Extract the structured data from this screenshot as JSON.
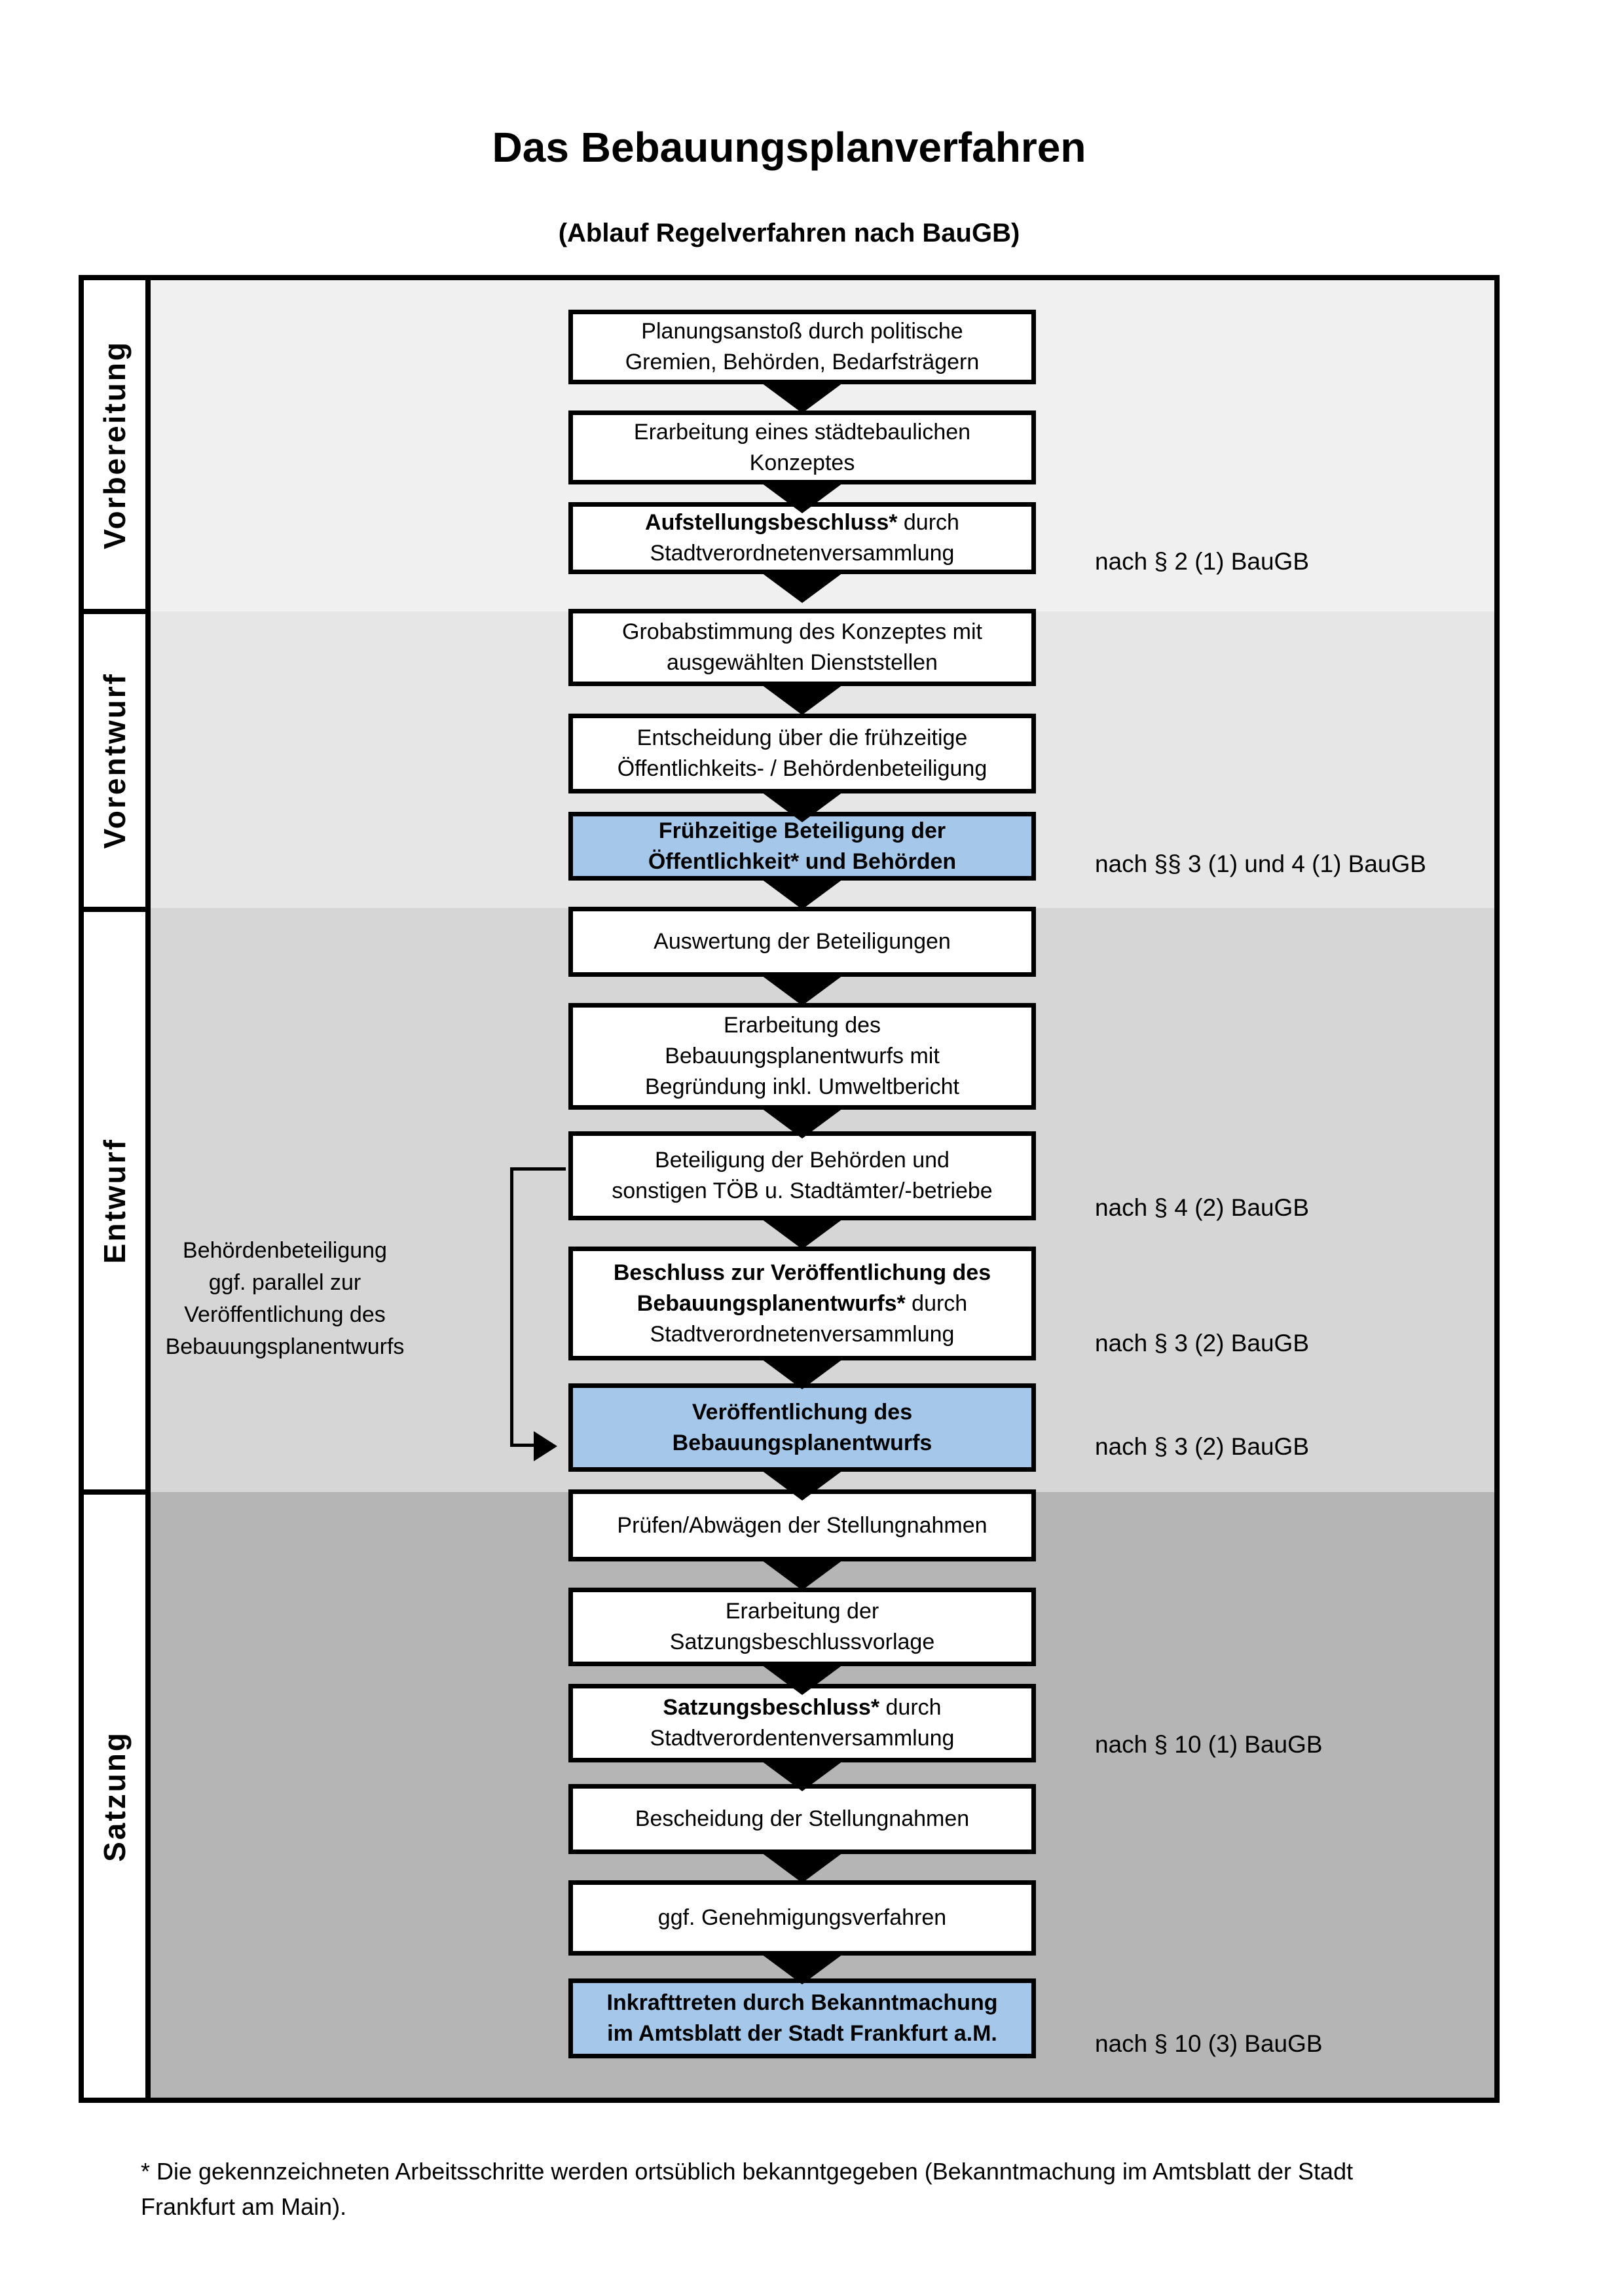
{
  "title": "Das Bebauungsplanverfahren",
  "subtitle": "(Ablauf Regelverfahren nach BauGB)",
  "phases": [
    {
      "label": "Vorbereitung"
    },
    {
      "label": "Vorentwurf"
    },
    {
      "label": "Entwurf"
    },
    {
      "label": "Satzung"
    }
  ],
  "boxes": [
    {
      "bold": "",
      "rest": "Planungsanstoß durch politische\nGremien, Behörden, Bedarfsträgern"
    },
    {
      "bold": "",
      "rest": "Erarbeitung eines städtebaulichen\nKonzeptes"
    },
    {
      "bold": "Aufstellungsbeschluss*",
      "rest": " durch\nStadtverordnetenversammlung"
    },
    {
      "bold": "",
      "rest": "Grobabstimmung des Konzeptes mit\nausgewählten Dienststellen"
    },
    {
      "bold": "",
      "rest": "Entscheidung über die frühzeitige\nÖffentlichkeits- / Behördenbeteiligung"
    },
    {
      "bold": "Frühzeitige Beteiligung der\nÖffentlichkeit* und Behörden",
      "rest": ""
    },
    {
      "bold": "",
      "rest": "Auswertung der Beteiligungen"
    },
    {
      "bold": "",
      "rest": "Erarbeitung des\nBebauungsplanentwurfs mit\nBegründung inkl. Umweltbericht"
    },
    {
      "bold": "",
      "rest": "Beteiligung der Behörden und\nsonstigen TÖB u. Stadtämter/-betriebe"
    },
    {
      "bold": "Beschluss zur Veröffentlichung des\nBebauungsplanentwurfs*",
      "rest": " durch\nStadtverordnetenversammlung"
    },
    {
      "bold": "Veröffentlichung des\nBebauungsplanentwurfs",
      "rest": ""
    },
    {
      "bold": "",
      "rest": "Prüfen/Abwägen der Stellungnahmen"
    },
    {
      "bold": "",
      "rest": "Erarbeitung der\nSatzungsbeschlussvorlage"
    },
    {
      "bold": "Satzungsbeschluss*",
      "rest": " durch\nStadtverordentenversammlung"
    },
    {
      "bold": "",
      "rest": "Bescheidung der Stellungnahmen"
    },
    {
      "bold": "",
      "rest": "ggf. Genehmigungsverfahren"
    },
    {
      "bold": "Inkrafttreten",
      "rest": " durch Bekanntmachung\nim Amtsblatt der Stadt Frankfurt a.M."
    }
  ],
  "annotations": [
    {
      "text": "nach § 2 (1) BauGB"
    },
    {
      "text": "nach §§ 3 (1) und 4 (1) BauGB"
    },
    {
      "text": "nach § 4 (2) BauGB"
    },
    {
      "text": "nach § 3 (2) BauGB"
    },
    {
      "text": "nach § 3 (2) BauGB"
    },
    {
      "text": "nach § 10 (1) BauGB"
    },
    {
      "text": "nach § 10 (3) BauGB"
    }
  ],
  "side_note": "Behördenbeteiligung\nggf. parallel zur\nVeröffentlichung des\nBebauungsplanentwurfs",
  "footnote": "* Die gekennzeichneten Arbeitsschritte werden ortsüblich bekanntgegeben (Bekanntmachung im Amtsblatt  der Stadt\nFrankfurt am Main).",
  "colors": {
    "highlight_blue": "#a5c7e9",
    "phase_backgrounds": [
      "#f0f0f0",
      "#e6e6e6",
      "#d6d6d6",
      "#b5b5b5"
    ],
    "box_border": "#000000"
  }
}
